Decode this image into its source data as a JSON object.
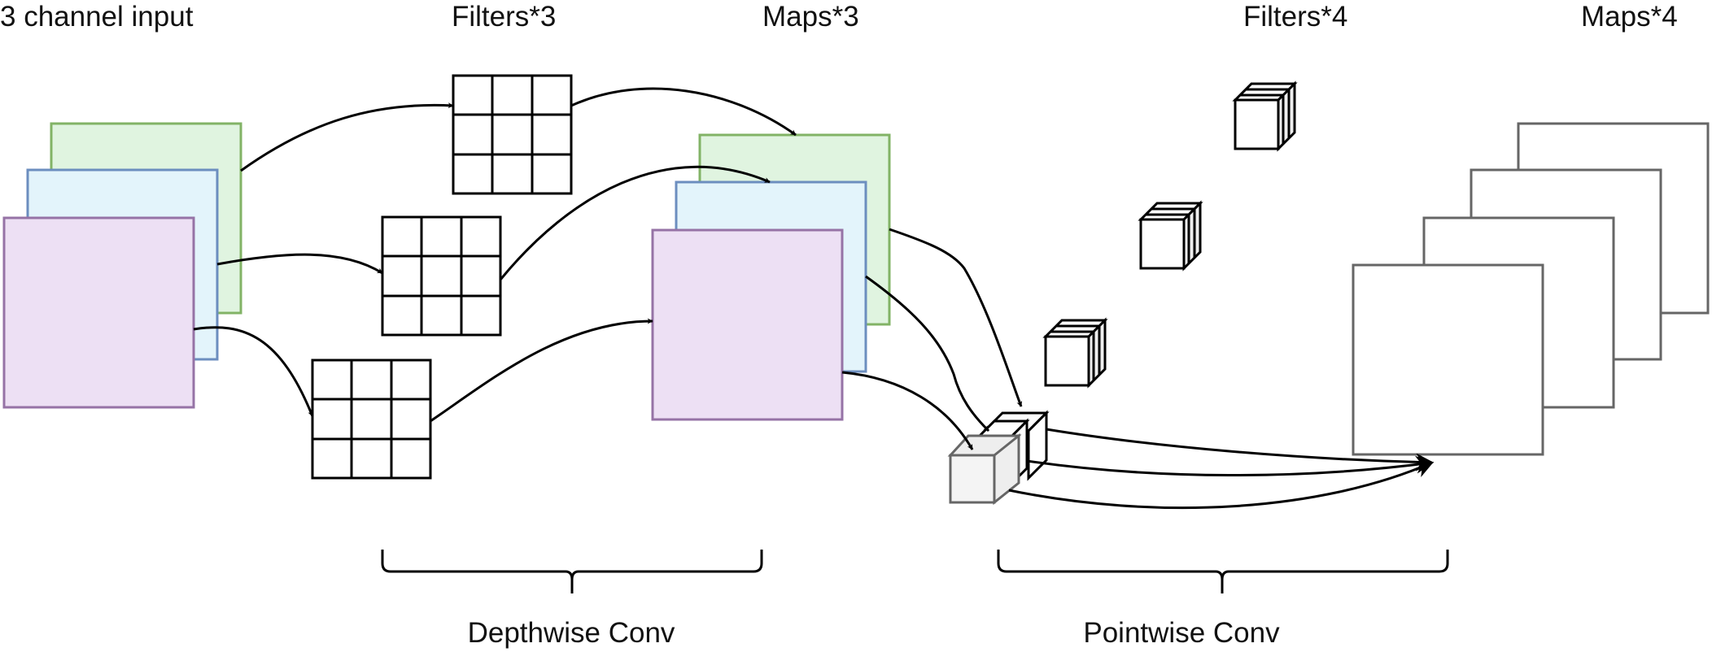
{
  "labels": {
    "input": "3 channel input",
    "filters3": "Filters*3",
    "maps3": "Maps*3",
    "filters4": "Filters*4",
    "maps4": "Maps*4",
    "depthwise": "Depthwise Conv",
    "pointwise": "Pointwise  Conv"
  },
  "colors": {
    "green_fill": "#e0f4e0",
    "green_stroke": "#82b366",
    "blue_fill": "#e3f4fb",
    "blue_stroke": "#6c8ebf",
    "purple_fill": "#ede0f4",
    "purple_stroke": "#9673a6",
    "gray_stroke": "#666666",
    "cube_side": "#eeeeee"
  }
}
